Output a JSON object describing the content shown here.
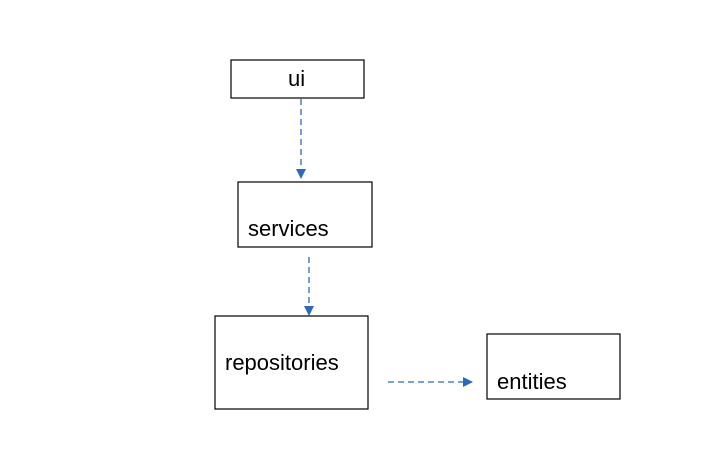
{
  "diagram": {
    "edge_color": "#2e6ab3",
    "edge_style": "dashed",
    "nodes": {
      "ui": {
        "label": "ui"
      },
      "services": {
        "label": "services"
      },
      "repositories": {
        "label": "repositories"
      },
      "entities": {
        "label": "entities"
      }
    },
    "edges": [
      {
        "from": "ui",
        "to": "services"
      },
      {
        "from": "services",
        "to": "repositories"
      },
      {
        "from": "repositories",
        "to": "entities"
      }
    ]
  }
}
